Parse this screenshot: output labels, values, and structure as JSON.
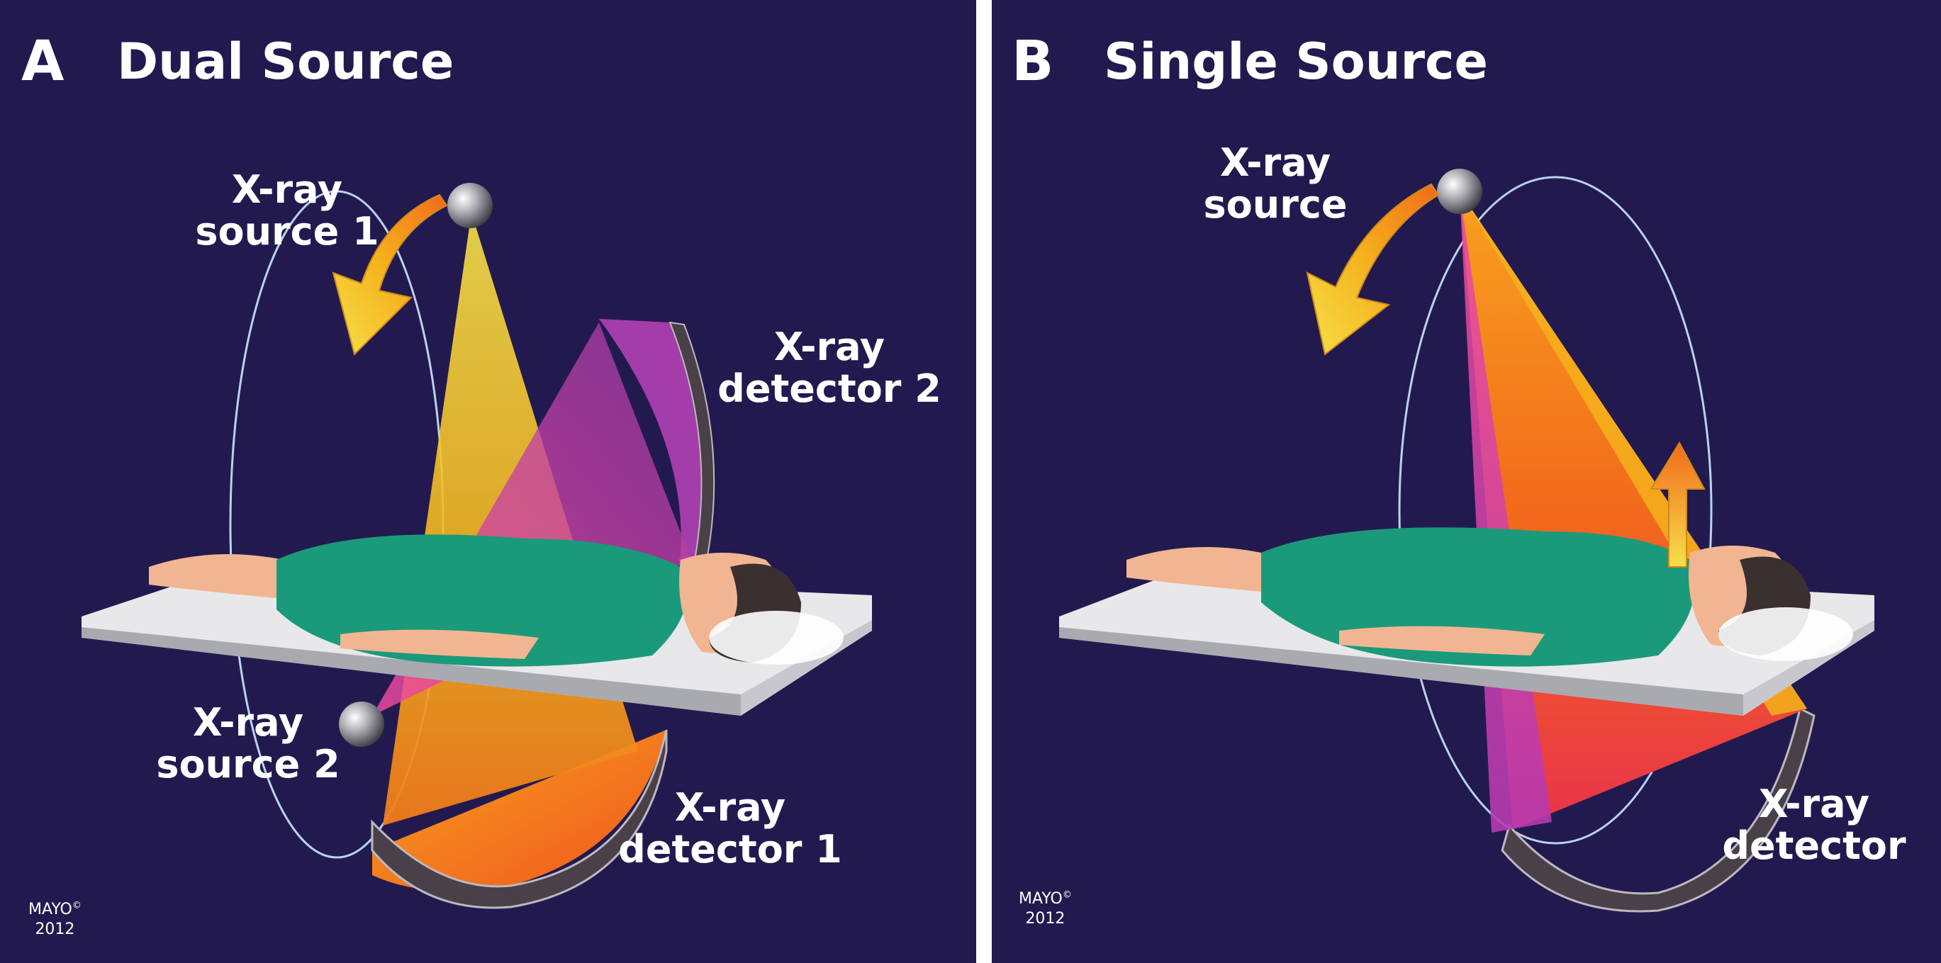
{
  "panels": [
    {
      "letter": "A",
      "title": "Dual Source",
      "labels": {
        "source1": [
          "X-ray",
          "source 1"
        ],
        "detector2": [
          "X-ray",
          "detector 2"
        ],
        "source2": [
          "X-ray",
          "source 2"
        ],
        "detector1": [
          "X-ray",
          "detector 1"
        ]
      },
      "copyright": {
        "name": "MAYO",
        "symbol": "©",
        "year": "2012"
      }
    },
    {
      "letter": "B",
      "title": "Single Source",
      "labels": {
        "source": [
          "X-ray",
          "source"
        ],
        "detector": [
          "X-ray",
          "detector"
        ]
      },
      "copyright": {
        "name": "MAYO",
        "symbol": "©",
        "year": "2012"
      }
    }
  ],
  "colors": {
    "background": "#221a4f",
    "divider": "#ffffff",
    "beam_yellow": "#f5c400",
    "beam_orange": "#f26a1b",
    "beam_magenta": "#d64cc4",
    "detector": "#4a4048",
    "gown": "#1a9a7a",
    "skin": "#f2b592",
    "table": "#e8e8ea"
  }
}
